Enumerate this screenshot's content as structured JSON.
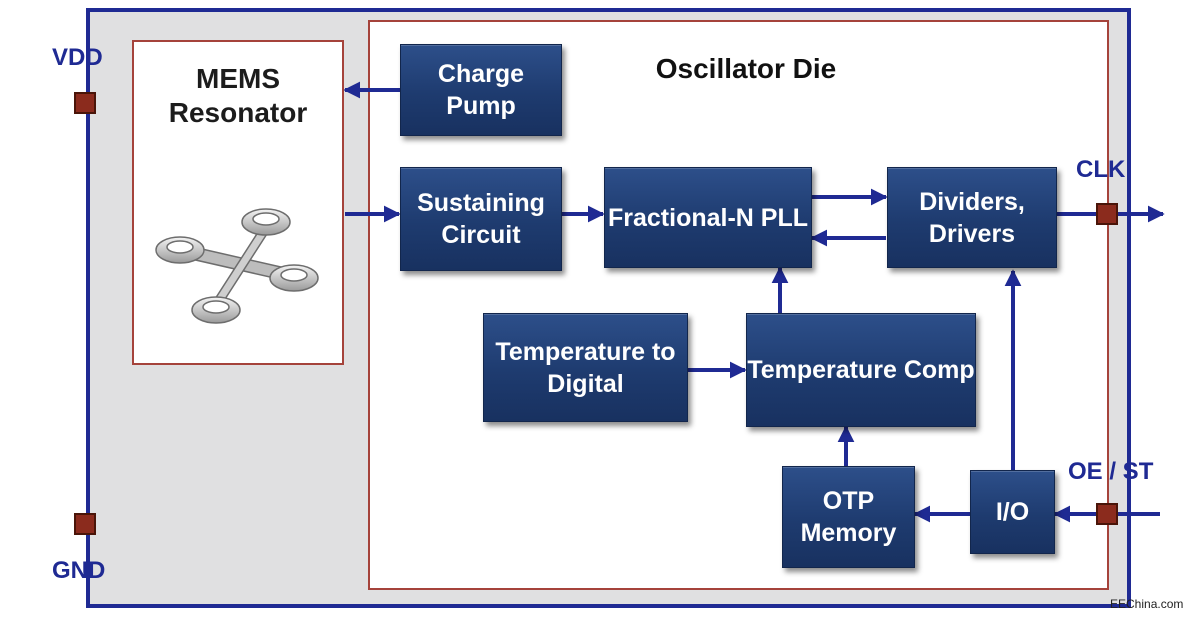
{
  "mems": {
    "title": "MEMS Resonator"
  },
  "die": {
    "title": "Oscillator Die"
  },
  "blocks": {
    "charge_pump": "Charge Pump",
    "sustaining": "Sustaining Circuit",
    "pll": "Fractional-N PLL",
    "dividers": "Dividers, Drivers",
    "temp_digital": "Temperature to Digital",
    "temp_comp": "Temperature Comp",
    "otp": "OTP Memory",
    "io": "I/O"
  },
  "pins": {
    "vdd": "VDD",
    "gnd": "GND",
    "clk": "CLK",
    "oe_st": "OE / ST"
  },
  "watermark": "EEChina.com",
  "colors": {
    "package_border": "#1f2a93",
    "package_fill": "#e0e0e1",
    "die_border": "#a5433b",
    "block_fill": "#1e3b6f",
    "pin_fill": "#8b2b1d",
    "wire": "#1f2a93"
  }
}
